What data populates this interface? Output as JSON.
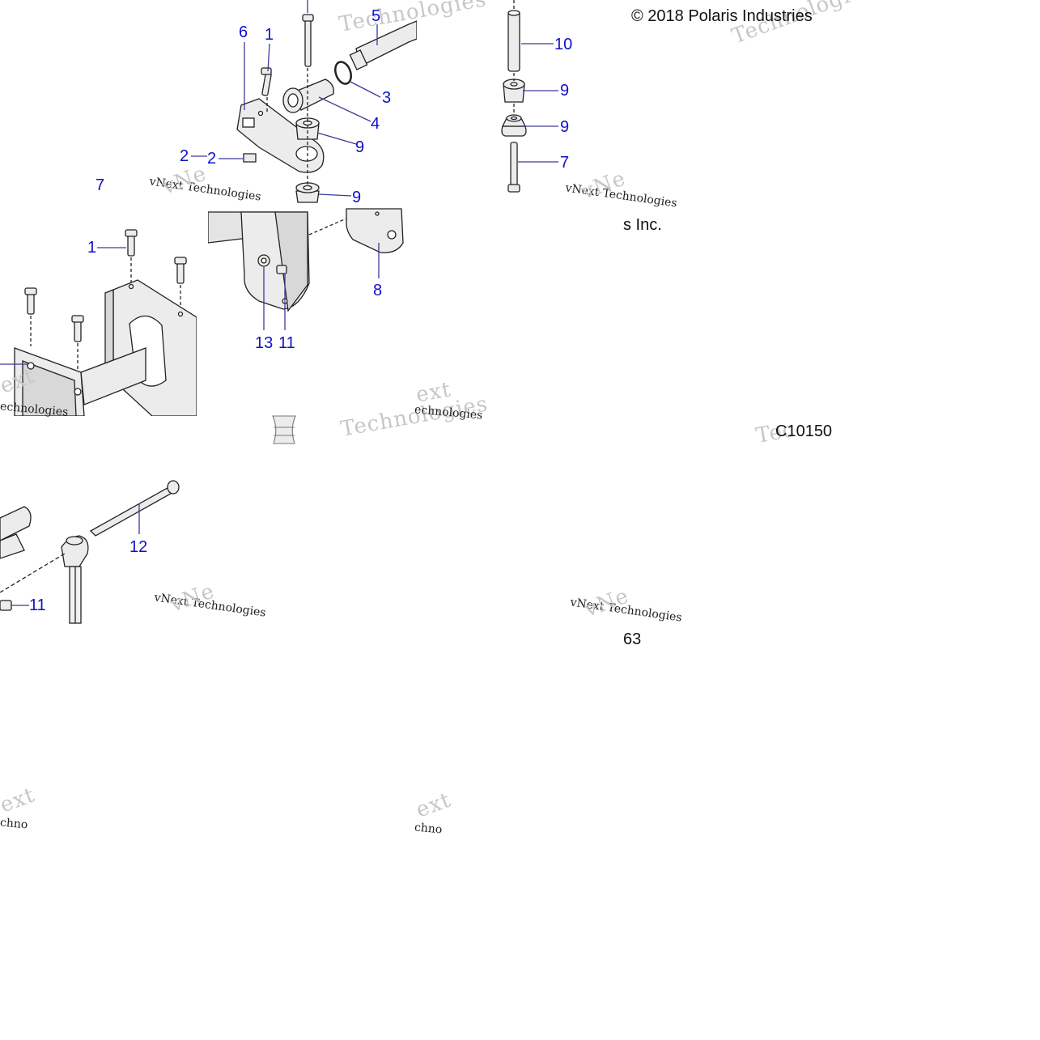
{
  "diagram": {
    "copyright": "© 2018 Polaris Industries",
    "copyright_tail": "s Inc.",
    "figure_code": "C10150",
    "figure_code_tail": "63",
    "watermark": {
      "brand_small": "vNext Technologies",
      "brand_big": "Technologies",
      "fragments": [
        "vNe",
        "ext",
        "echnologies",
        "chno",
        "Tec",
        "nologies"
      ]
    },
    "callouts": {
      "c5": "5",
      "c6": "6",
      "c1a": "1",
      "c3": "3",
      "c4": "4",
      "c9a": "9",
      "c2a": "2",
      "c2b": "2",
      "c9b": "9",
      "c7a": "7",
      "c10": "10",
      "c9c": "9",
      "c9d": "9",
      "c7b": "7",
      "c1b": "1",
      "c8": "8",
      "c13": "13",
      "c11a": "11",
      "c12": "12",
      "c11b": "11"
    }
  }
}
